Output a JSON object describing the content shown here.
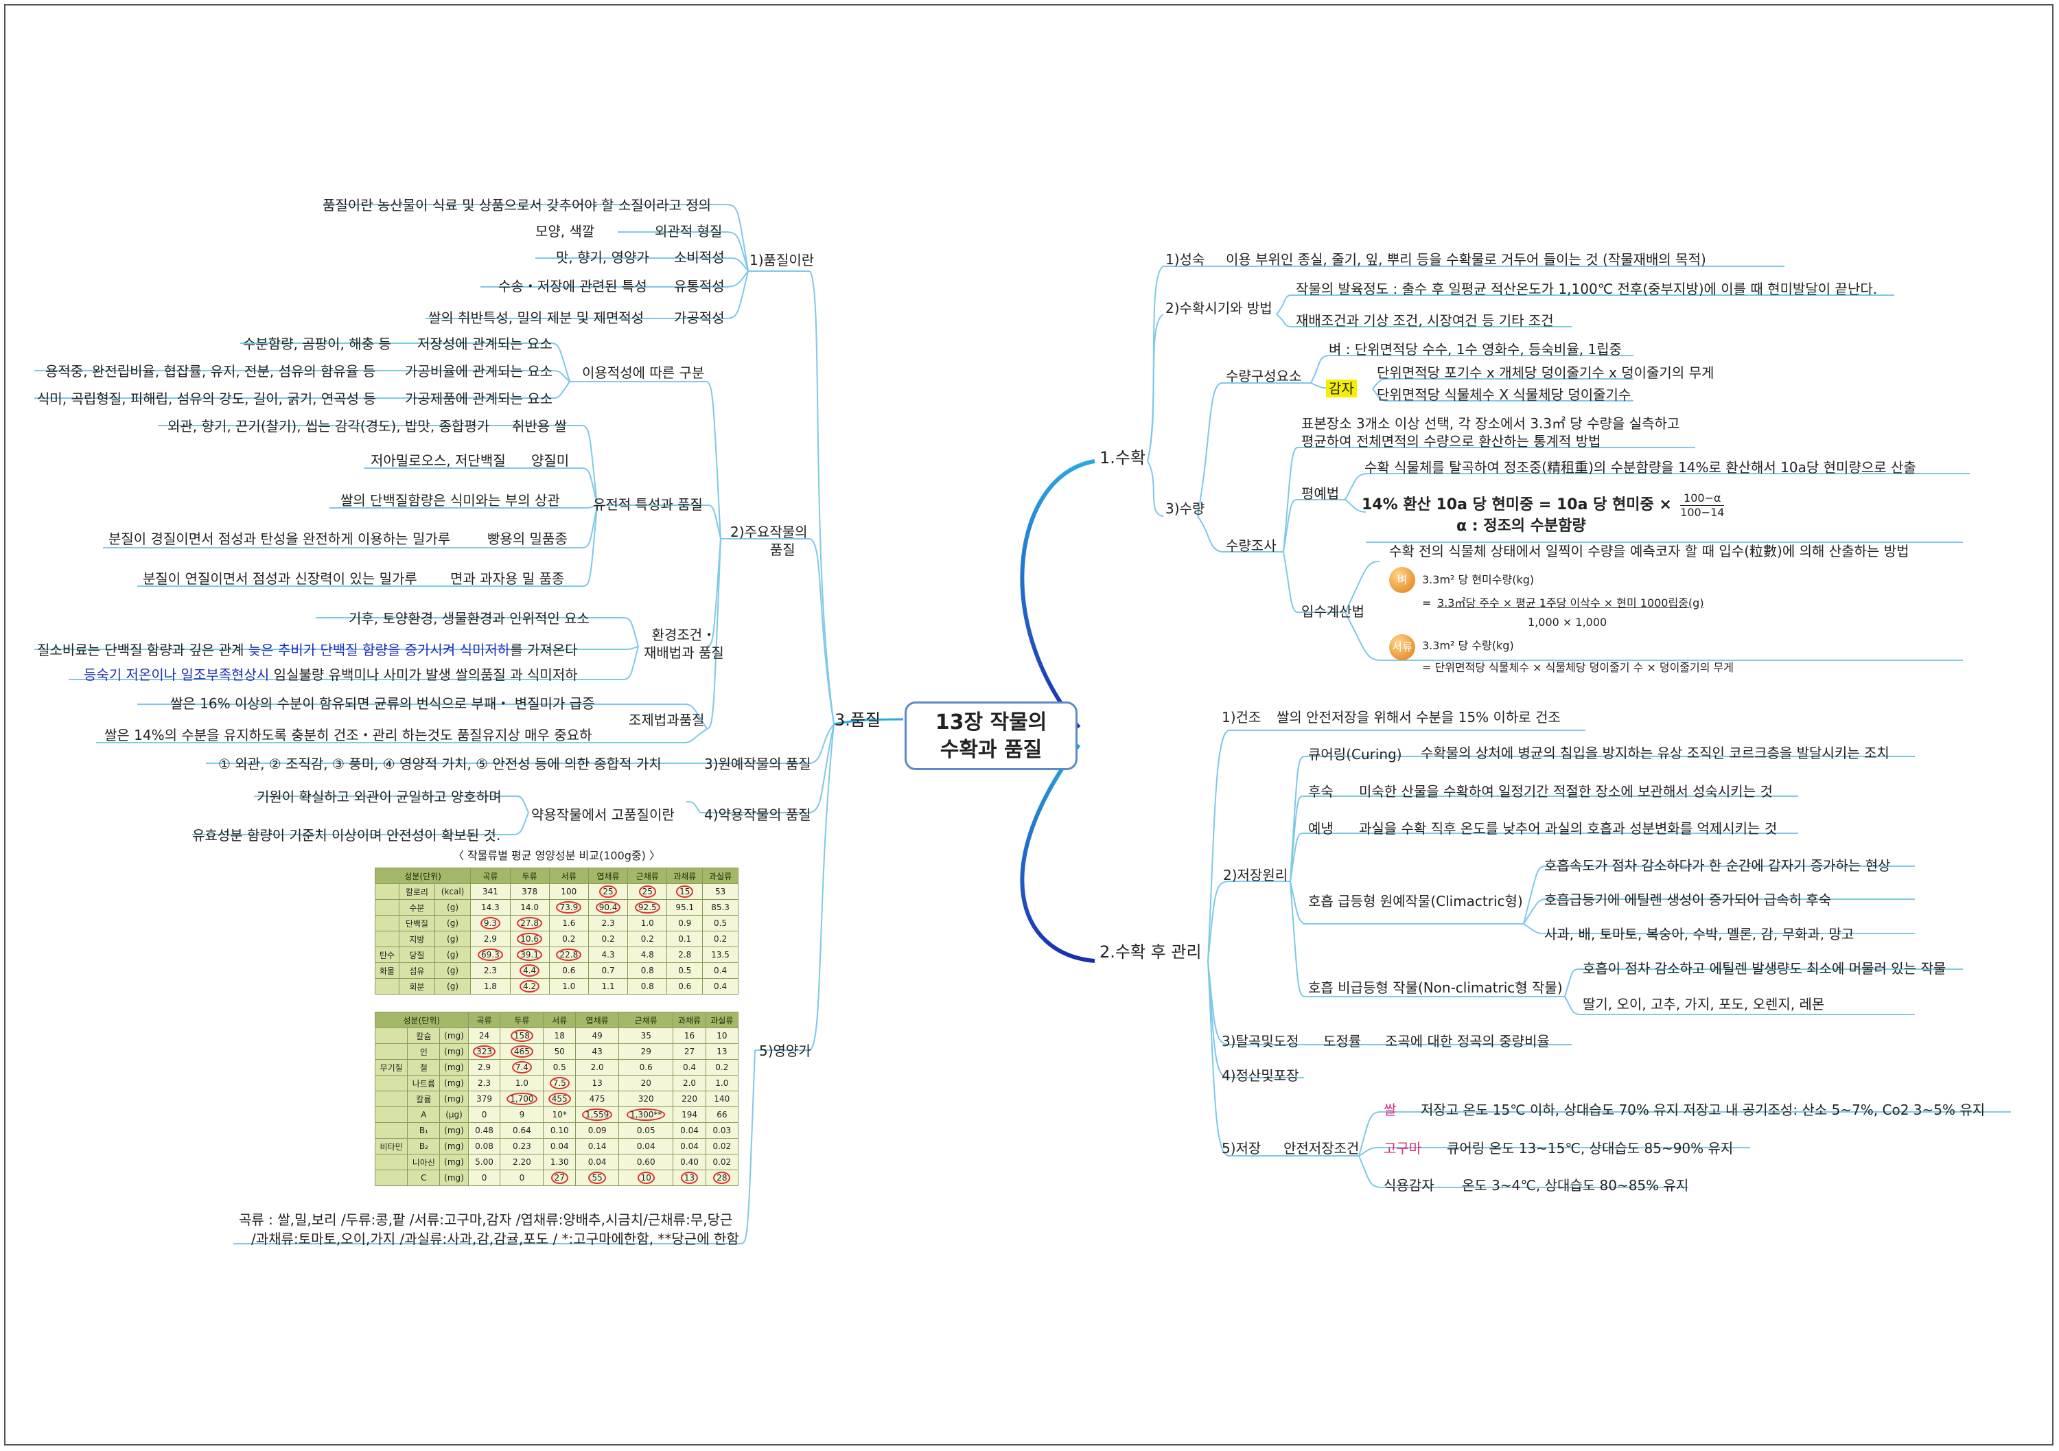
{
  "center": {
    "line1": "13장 작물의",
    "line2": "수확과 품질"
  },
  "harvest": {
    "label": "1.수확",
    "maturity": {
      "label": "1)성숙",
      "text": "이용 부위인 종실, 줄기, 잎, 뿌리 등을 수확물로 거두어 들이는 것 (작물재배의 목적)"
    },
    "timing": {
      "label": "2)수확시기와 방법",
      "items": [
        "작물의 발육정도 : 출수 후 일평균 적산온도가 1,100℃ 전후(중부지방)에 이를 때 현미발달이 끝난다.",
        "재배조건과 기상 조건, 시장여건 등 기타 조건"
      ]
    },
    "yield": {
      "label": "3)수량",
      "components": {
        "label": "수량구성요소",
        "rice": "벼 : 단위면적당 수수, 1수 영화수, 등숙비율, 1립중",
        "potato_label": "감자",
        "potato": [
          "단위면적당 포기수 x 개체당 덩이줄기수 x 덩이줄기의 무게",
          "단위면적당 식물체수 X 식물체당 덩이줄기수"
        ]
      },
      "survey": {
        "label": "수량조사",
        "intro": [
          "표본장소 3개소 이상 선택, 각 장소에서 3.3㎡ 당 수량을 실측하고",
          "평균하여 전체면적의 수량으로 환산하는 통계적 방법"
        ],
        "flat": {
          "label": "평예법",
          "text": "수확 식물체를 탈곡하여 정조중(精租重)의 수분함량을 14%로 환산해서 10a당 현미량으로 산출",
          "formula": "14% 환산 10a 당 현미중 = 10a 당 현미중 ×",
          "num": "100−α",
          "den": "100−14",
          "alpha": "α : 정조의 수분함량"
        },
        "grain": {
          "label": "입수계산법",
          "text": "수확 전의 식물체 상태에서 일찍이 수량을 예측코자 할 때 입수(粒數)에 의해 산출하는 방법",
          "rice_badge": "벼",
          "rice_line1": "3.3m² 당 현미수량(kg)",
          "rice_num": "3.3㎡당 주수 × 평균 1주당 이삭수 × 현미 1000립중(g)",
          "rice_den": "1,000 × 1,000",
          "potato_badge": "서류",
          "potato_line1": "3.3m²  당 수량(kg)",
          "potato_line2": "= 단위면적당 식물체수 × 식물체당 덩이줄기 수 × 덩이줄기의 무게"
        }
      }
    }
  },
  "post": {
    "label": "2.수확 후 관리",
    "drying": {
      "label": "1)건조",
      "text": "쌀의 안전저장을 위해서 수분을 15% 이하로 건조"
    },
    "storage_principle": {
      "label": "2)저장원리",
      "curing": {
        "label": "큐어링(Curing)",
        "text": "수확물의 상처에 병균의 침입을 방지하는 유상 조직인 코르크층을 발달시키는 조치"
      },
      "ripening": {
        "label": "후숙",
        "text": "미숙한 산물을 수확하여 일정기간 적절한 장소에 보관해서 성숙시키는 것"
      },
      "precool": {
        "label": "예냉",
        "text": "과실을 수확 직후 온도를 낮추어 과실의 호흡과 성분변화를 억제시키는 것"
      },
      "climacteric": {
        "label": "호흡 급등형 원예작물(Climactric형)",
        "items": [
          "호흡속도가 점차 감소하다가 한 순간에 갑자기 증가하는 현상",
          "호흡급등기에 에틸렌 생성이 증가되어 급속히 후숙",
          "사과, 배, 토마토, 복숭아, 수박, 멜론, 감, 무화과, 망고"
        ]
      },
      "nonclimacteric": {
        "label": "호흡 비급등형 작물(Non-climatric형 작물)",
        "items": [
          "호흡이 점차 감소하고 에틸렌 발생량도 최소에 머물러 있는 작물",
          "딸기, 오이, 고추, 가지, 포도, 오렌지, 레몬"
        ]
      }
    },
    "threshing": {
      "label": "3)탈곡및도정",
      "sub": "도정률",
      "text": "조곡에 대한 정곡의 중량비율"
    },
    "polishing": {
      "label": "4)정산및포장"
    },
    "storage": {
      "label": "5)저장",
      "sub": "안전저장조건",
      "rice_label": "쌀",
      "rice": "저장고 온도 15℃ 이하, 상대습도 70% 유지 저장고 내 공기조성: 산소 5~7%, Co2 3~5% 유지",
      "sweet_label": "고구마",
      "sweet": "큐어링 온도 13~15℃, 상대습도 85~90% 유지",
      "potato_label": "식용감자",
      "potato": "온도 3~4℃, 상대습도 80~85% 유지"
    }
  },
  "quality": {
    "label": "3.품질",
    "def": {
      "label": "1)품질이란",
      "text": "품질이란 농산물이 식료 및 상품으로서 갖추어야 할 소질이라고 정의",
      "rows": [
        {
          "left": "모양, 색깔",
          "right": "외관적 형질"
        },
        {
          "left": "맛, 향기, 영양가",
          "right": "소비적성"
        },
        {
          "left": "수송・저장에 관련된 특성",
          "right": "유통적성"
        },
        {
          "left": "쌀의 취반특성, 밀의 제분 및 제면적성",
          "right": "가공적성"
        }
      ]
    },
    "usage": {
      "label": "이용적성에 따른 구분",
      "rows": [
        {
          "left": "수분함량, 곰팡이, 해충 등",
          "right": "저장성에 관계되는 요소"
        },
        {
          "left": "용적중, 완전립비율, 협잡률, 유지, 전분, 섬유의 함유율 등",
          "right": "가공비율에 관계되는 요소"
        },
        {
          "left": "식미, 곡립형질, 피해립, 섬유의 강도, 길이, 굵기, 연곡성 등",
          "right": "가공제품에 관계되는 요소"
        }
      ]
    },
    "major": {
      "label1": "2)주요작물의",
      "label2": "품질",
      "genetic": {
        "label": "유전적 특성과 품질",
        "rows": [
          {
            "left": "외관, 향기, 끈기(찰기), 씹는 감각(경도), 밥맛, 종합평가",
            "right": "취반용 쌀"
          },
          {
            "left": "저아밀로오스, 저단백질",
            "right": "양질미"
          },
          {
            "left": "쌀의 단백질함량은 식미와는 부의 상관",
            "right": ""
          },
          {
            "left": "분질이 경질이면서 점성과 탄성을 완전하게 이용하는 밀가루",
            "right": "빵용의 밀품종"
          },
          {
            "left": "분질이 연질이면서 점성과 신장력이 있는 밀가루",
            "right": "면과 과자용 밀 품종"
          }
        ]
      },
      "env": {
        "label1": "환경조건・",
        "label2": "재배법과 품질",
        "items": [
          "기후, 토양환경, 생물환경과 인위적인 요소"
        ],
        "nitrogen_pre": "질소비료는 단백질 함량과 깊은 관계 ",
        "nitrogen_blue": "늦은 추비가 단백질 함량을 증가시켜 식미저하",
        "nitrogen_post": "를 가져온다",
        "lodging_blue": "등숙기 저온이나 일조부족현상시",
        "lodging_post": " 임실불량 유백미나 사미가 발생 쌀의품질 과 식미저하"
      },
      "process": {
        "label": "조제법과품질",
        "items": [
          "쌀은 16% 이상의 수분이 함유되면 균류의 번식으로 부패・ 변질미가 급증",
          "쌀은 14%의 수분을 유지하도록 충분히 건조・관리 하는것도 품질유지상 매우 중요하"
        ]
      }
    },
    "hort": {
      "label": "3)원예작물의 품질",
      "text": "① 외관, ② 조직감, ③ 풍미, ④ 영양적 가치, ⑤ 안전성 등에 의한 종합적 가치"
    },
    "medicinal": {
      "label": "4)약용작물의 품질",
      "sub": "약용작물에서 고품질이란",
      "items": [
        "기원이 확실하고 외관이 균일하고 양호하며",
        "유효성분 함량이 기준치 이상이며 안전성이 확보된 것."
      ]
    },
    "nutrition": {
      "label": "5)영양가",
      "table_title": "〈 작물류별 평균 영양성분 비교(100g중) 〉",
      "headers": [
        "성분(단위)",
        "곡류",
        "두류",
        "서류",
        "엽채류",
        "근채류",
        "과채류",
        "과실류"
      ],
      "rows1": [
        {
          "g": "",
          "name": "칼로리",
          "unit": "(kcal)",
          "v": [
            "341",
            "378",
            "100",
            "25",
            "25",
            "15",
            "53"
          ],
          "c": [
            3,
            4,
            5
          ]
        },
        {
          "g": "",
          "name": "수분",
          "unit": "(g)",
          "v": [
            "14.3",
            "14.0",
            "73.9",
            "90.4",
            "92.5",
            "95.1",
            "85.3"
          ],
          "c": [
            2,
            3,
            4
          ]
        },
        {
          "g": "",
          "name": "단백질",
          "unit": "(g)",
          "v": [
            "9.3",
            "27.8",
            "1.6",
            "2.3",
            "1.0",
            "0.9",
            "0.5"
          ],
          "c": [
            0,
            1
          ]
        },
        {
          "g": "",
          "name": "지방",
          "unit": "(g)",
          "v": [
            "2.9",
            "10.6",
            "0.2",
            "0.2",
            "0.2",
            "0.1",
            "0.2"
          ],
          "c": [
            1
          ]
        },
        {
          "g": "탄수",
          "name": "당질",
          "unit": "(g)",
          "v": [
            "69.3",
            "39.1",
            "22.8",
            "4.3",
            "4.8",
            "2.8",
            "13.5"
          ],
          "c": [
            0,
            1,
            2
          ]
        },
        {
          "g": "화물",
          "name": "섬유",
          "unit": "(g)",
          "v": [
            "2.3",
            "4.4",
            "0.6",
            "0.7",
            "0.8",
            "0.5",
            "0.4"
          ],
          "c": [
            1
          ]
        },
        {
          "g": "",
          "name": "회분",
          "unit": "(g)",
          "v": [
            "1.8",
            "4.2",
            "1.0",
            "1.1",
            "0.8",
            "0.6",
            "0.4"
          ],
          "c": [
            1
          ]
        }
      ],
      "rows2": [
        {
          "g": "",
          "name": "칼슘",
          "unit": "(mg)",
          "v": [
            "24",
            "158",
            "18",
            "49",
            "35",
            "16",
            "10"
          ],
          "c": [
            1
          ]
        },
        {
          "g": "",
          "name": "인",
          "unit": "(mg)",
          "v": [
            "323",
            "465",
            "50",
            "43",
            "29",
            "27",
            "13"
          ],
          "c": [
            0,
            1
          ]
        },
        {
          "g": "무기질",
          "name": "철",
          "unit": "(mg)",
          "v": [
            "2.9",
            "7.4",
            "0.5",
            "2.0",
            "0.6",
            "0.4",
            "0.2"
          ],
          "c": [
            1
          ]
        },
        {
          "g": "",
          "name": "나트륨",
          "unit": "(mg)",
          "v": [
            "2.3",
            "1.0",
            "7.5",
            "13",
            "20",
            "2.0",
            "1.0"
          ],
          "c": [
            2
          ]
        },
        {
          "g": "",
          "name": "칼륨",
          "unit": "(mg)",
          "v": [
            "379",
            "1,700",
            "455",
            "475",
            "320",
            "220",
            "140"
          ],
          "c": [
            1,
            2
          ]
        },
        {
          "g": "",
          "name": "A",
          "unit": "(μg)",
          "v": [
            "0",
            "9",
            "10*",
            "1,559",
            "1,300**",
            "194",
            "66"
          ],
          "c": [
            3,
            4
          ]
        },
        {
          "g": "",
          "name": "B₁",
          "unit": "(mg)",
          "v": [
            "0.48",
            "0.64",
            "0.10",
            "0.09",
            "0.05",
            "0.04",
            "0.03"
          ],
          "c": []
        },
        {
          "g": "비타민",
          "name": "B₂",
          "unit": "(mg)",
          "v": [
            "0.08",
            "0.23",
            "0.04",
            "0.14",
            "0.04",
            "0.04",
            "0.02"
          ],
          "c": []
        },
        {
          "g": "",
          "name": "니아신",
          "unit": "(mg)",
          "v": [
            "5.00",
            "2.20",
            "1.30",
            "0.04",
            "0.60",
            "0.40",
            "0.02"
          ],
          "c": []
        },
        {
          "g": "",
          "name": "C",
          "unit": "(mg)",
          "v": [
            "0",
            "0",
            "27",
            "55",
            "10",
            "13",
            "28"
          ],
          "c": [
            2,
            3,
            4,
            5,
            6
          ]
        }
      ],
      "footnote": [
        "곡류 : 쌀,밀,보리 /두류:콩,팥 /서류:고구마,감자 /엽채류:양배추,시금치/근채류:무,당근",
        "/과채류:토마토,오이,가지 /과실류:사과,감,감귤,포도 / *:고구마에한함, **당근에 한함"
      ]
    }
  },
  "colors": {
    "branch_top": "#29a8e0",
    "branch_bottom": "#1a2db0",
    "line": "#7ec8e8",
    "accent": "#e02a75",
    "highlight": "#f5f000"
  }
}
